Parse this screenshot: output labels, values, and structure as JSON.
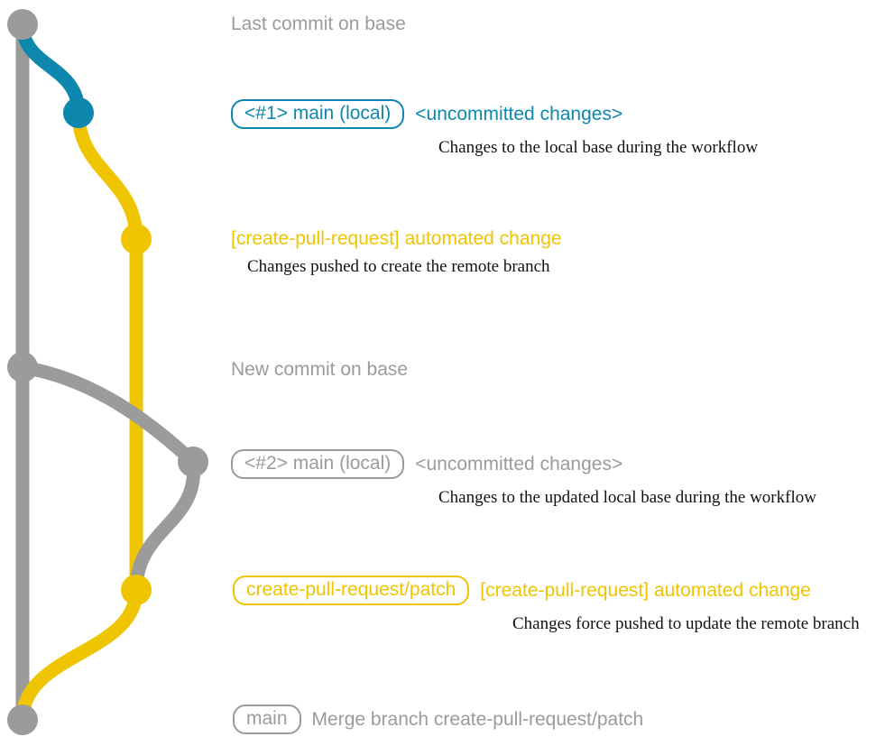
{
  "diagram": {
    "title": "git branch graph for create-pull-request workflow",
    "colors": {
      "base_gray": "#9b9b9b",
      "local_teal": "#0d87ad",
      "remote_yellow": "#efc400",
      "note_text": "#111111",
      "background": "#ffffff"
    }
  },
  "commits": [
    {
      "id": "base-last",
      "color": "#9b9b9b",
      "lane": "base",
      "chip": null,
      "subject": "Last commit on base",
      "note": null
    },
    {
      "id": "local-1",
      "color": "#0d87ad",
      "lane": "local",
      "chip": "<#1> main (local)",
      "subject": "<uncommitted changes>",
      "note": "Changes to the local base during the workflow"
    },
    {
      "id": "remote-1",
      "color": "#efc400",
      "lane": "remote",
      "chip": null,
      "subject": "[create-pull-request] automated change",
      "note": "Changes pushed to create the remote branch"
    },
    {
      "id": "base-new",
      "color": "#9b9b9b",
      "lane": "base",
      "chip": null,
      "subject": "New commit on base",
      "note": null
    },
    {
      "id": "local-2",
      "color": "#9b9b9b",
      "lane": "local2",
      "chip": "<#2> main (local)",
      "subject": "<uncommitted changes>",
      "note": "Changes to the updated local base during the workflow"
    },
    {
      "id": "remote-2",
      "color": "#efc400",
      "lane": "remote",
      "chip": "create-pull-request/patch",
      "subject": "[create-pull-request] automated change",
      "note": "Changes force pushed to update the remote branch"
    },
    {
      "id": "merge",
      "color": "#9b9b9b",
      "lane": "base",
      "chip": "main",
      "subject": "Merge branch create-pull-request/patch",
      "note": null
    }
  ]
}
